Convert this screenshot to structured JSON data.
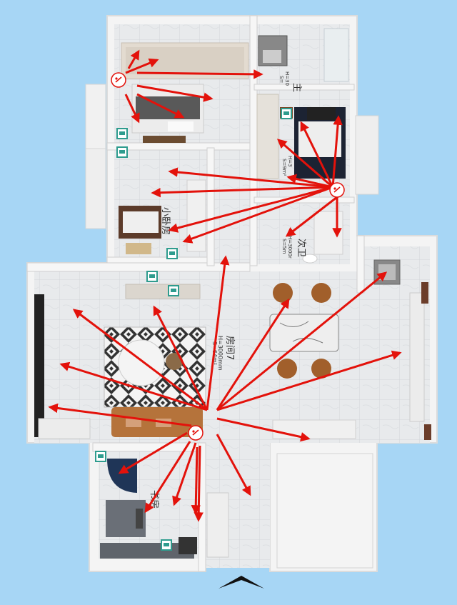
{
  "colors": {
    "background": "#a7d6f5",
    "wall": "#f2f2f2",
    "floor": "#e6e8ea",
    "arrow": "#e3120b",
    "camera_badge": "#2e9c8e",
    "sofa": "#b5733b",
    "bed_dark": "#1c2333",
    "chair": "#a15f2b"
  },
  "rooms": {
    "master_bath": {
      "name": "主",
      "sub1": "H=30",
      "sub2": "S="
    },
    "second_bath": {
      "name": "次卫",
      "sub1": "H=3000r",
      "sub2": "S=5m"
    },
    "second_bedroom": {
      "sub1": "H=3",
      "sub2": "S=9m²"
    },
    "small_bedroom": {
      "name": "小卧房"
    },
    "main_room": {
      "name": "房间7",
      "sub1": "H=3000mm",
      "sub2": "S=64m²"
    },
    "study": {
      "name": "书房"
    }
  },
  "markers": [
    {
      "id": "bedroom",
      "icon": "camera-pin-icon"
    },
    {
      "id": "hall-east",
      "icon": "camera-pin-icon"
    },
    {
      "id": "living",
      "icon": "camera-pin-icon"
    }
  ],
  "entrance": {
    "icon": "entrance-chevron-icon"
  }
}
